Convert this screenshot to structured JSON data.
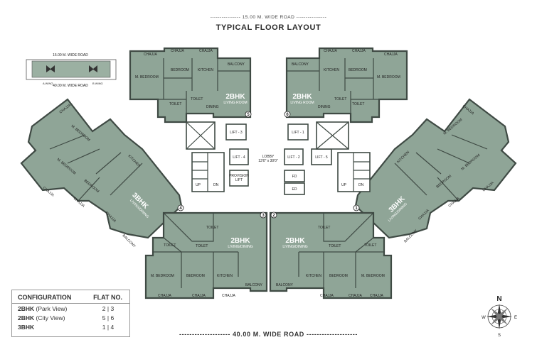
{
  "header": {
    "road_top": "15.00 M. WIDE ROAD",
    "title": "TYPICAL FLOOR LAYOUT"
  },
  "footer": {
    "road_bottom": "40.00 M. WIDE ROAD"
  },
  "key_plan": {
    "road_top": "15.00 M. WIDE ROAD",
    "road_bottom": "40.00 M. WIDE ROAD",
    "wing_a": "A WING",
    "wing_b": "B WING"
  },
  "configuration_table": {
    "header_configuration": "CONFIGURATION",
    "header_flat_no": "FLAT NO.",
    "rows": [
      {
        "type": "2BHK",
        "view": "(Park View)",
        "flats": "2 | 3"
      },
      {
        "type": "2BHK",
        "view": "(City View)",
        "flats": "5 | 6"
      },
      {
        "type": "3BHK",
        "view": "",
        "flats": "1 | 4"
      }
    ]
  },
  "compass": {
    "n": "N",
    "s": "S",
    "e": "E",
    "w": "W"
  },
  "core": {
    "lift_3": "LIFT - 3",
    "lift_1": "LIFT - 1",
    "lift_4": "LIFT - 4",
    "lift_2": "LIFT - 2",
    "lift_5": "LIFT - 5",
    "lobby": "LOBBY",
    "lobby_dim": "13'0\" x 30'0\"",
    "provision_lift": "PROVISION",
    "provision_lift_2": "LIFT",
    "fd": "FD",
    "ed": "ED",
    "up": "UP",
    "dn": "DN"
  },
  "units": [
    {
      "no": "5",
      "type": "2BHK",
      "sub": "LIVING ROOM"
    },
    {
      "no": "6",
      "type": "2BHK",
      "sub": "LIVING ROOM"
    },
    {
      "no": "4",
      "type": "3BHK",
      "sub": "LIVING/DINING"
    },
    {
      "no": "1",
      "type": "3BHK",
      "sub": "LIVING/DINING"
    },
    {
      "no": "3",
      "type": "2BHK",
      "sub": "LIVING/DINING"
    },
    {
      "no": "2",
      "type": "2BHK",
      "sub": "LIVING/DINING"
    }
  ],
  "rooms": {
    "chajja": "CHAJJA",
    "m_bedroom": "M. BEDROOM",
    "bedroom": "BEDROOM",
    "kitchen": "KITCHEN",
    "balcony": "BALCONY",
    "toilet": "TOILET",
    "dining": "DINING"
  },
  "colors": {
    "unit_fill": "#8fa597",
    "wall": "#3f4a44",
    "core_fill": "#ffffff",
    "text": "#2b2b2b"
  }
}
